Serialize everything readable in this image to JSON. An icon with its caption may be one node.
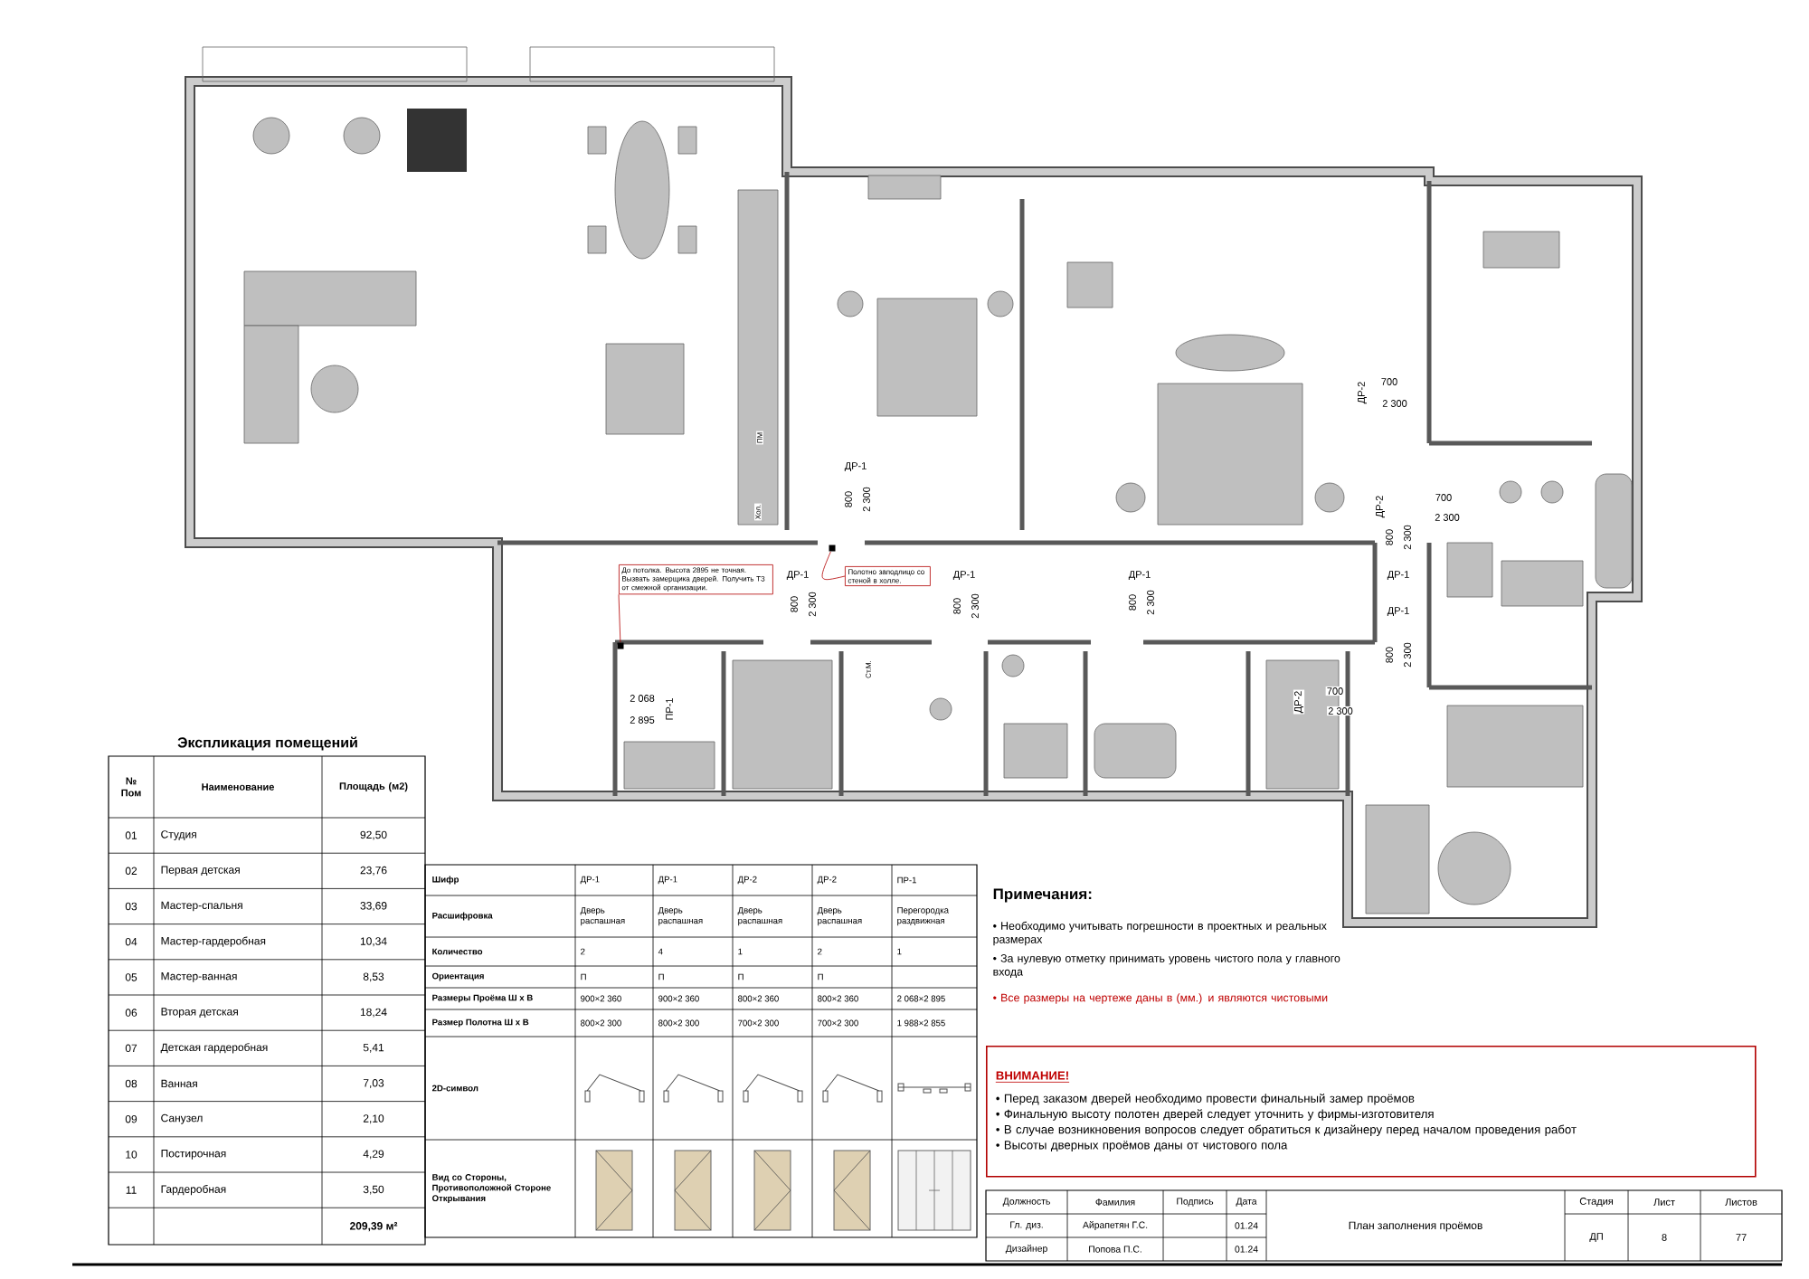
{
  "diagram": {
    "title": "План заполнения проёмов",
    "nodes": [
      {
        "text": [
          "До потолка. Высота 2895 не точная. Вызвать замерщика дверей. Получить ТЗ от смежной организации."
        ]
      },
      {
        "text": [],
        "shape": "box"
      },
      {
        "text": [
          "Полотно заподлицо со стеной в холле."
        ]
      },
      {
        "text": [],
        "shape": "box"
      },
      {
        "text": [
          "ВНИМАНИЕ!",
          "• Перед заказом дверей необходимо провести финальный замер проёмов",
          "• Финальную высоту полотен дверей следует уточнить у фирмы-изготовителя",
          "• В случае возникновения вопросов следует обратиться к дизайнеру перед началом проведения работ",
          "• Высоты дверных проёмов даны от чистового пола"
        ]
      }
    ],
    "edges": [
      {
        "from": 0,
        "to": 1,
        "arrow": "none"
      },
      {
        "from": 2,
        "to": 3,
        "arrow": "none"
      }
    ],
    "labels": [
      "ДР-1",
      "800",
      "2 300",
      "ДР-1",
      "800",
      "2 300",
      "ДР-1",
      "800",
      "2 300",
      "ДР-1",
      "800",
      "2 300",
      "ДР-2",
      "700",
      "2 300",
      "ДР-2",
      "700",
      "2 300",
      "800",
      "2 300",
      "ДР-1",
      "ДР-1",
      "800",
      "2 300",
      "ДР-2",
      "700",
      "2 300",
      "ПР-1",
      "2 068",
      "2 895",
      "ПМ",
      "Хол.",
      "Ст.М.",
      "Экспликация помещений",
      "№ Пом",
      "Наименование",
      "Площадь (м2)",
      "01",
      "Студия",
      "92,50",
      "02",
      "Первая детская",
      "23,76",
      "03",
      "Мастер-спальня",
      "33,69",
      "04",
      "Мастер-гардеробная",
      "10,34",
      "05",
      "Мастер-ванная",
      "8,53",
      "06",
      "Вторая детская",
      "18,24",
      "07",
      "Детская гардеробная",
      "5,41",
      "08",
      "Ванная",
      "7,03",
      "09",
      "Санузел",
      "2,10",
      "10",
      "Постирочная",
      "4,29",
      "11",
      "Гардеробная",
      "3,50",
      "209,39 м²",
      "Шифр",
      "ДР-1",
      "ДР-1",
      "ДР-2",
      "ДР-2",
      "ПР-1",
      "Расшифровка",
      "Дверь распашная",
      "Дверь распашная",
      "Дверь распашная",
      "Дверь распашная",
      "Перегородка раздвижная",
      "Количество",
      "2",
      "4",
      "1",
      "2",
      "1",
      "Ориентация",
      "П",
      "П",
      "П",
      "П",
      "Размеры Проёма Ш х В",
      "900×2 360",
      "900×2 360",
      "800×2 360",
      "800×2 360",
      "2 068×2 895",
      "Размер Полотна Ш х В",
      "800×2 300",
      "800×2 300",
      "700×2 300",
      "700×2 300",
      "1 988×2 855",
      "2D-символ",
      "Вид со Стороны, Противоположной Стороне Открывания",
      "Примечания:",
      "• Необходимо учитывать погрешности в проектных и реальных размерах",
      "• За нулевую отметку принимать уровень чистого пола у главного входа",
      "• Все размеры на чертеже даны в (мм.) и являются чистовыми",
      "Должность",
      "Фамилия",
      "Подпись",
      "Дата",
      "Гл. диз.",
      "Айрапетян Г.С.",
      "01.24",
      "Дизайнер",
      "Попова П.С.",
      "01.24",
      "Стадия",
      "Лист",
      "Листов",
      "ДП",
      "8",
      "77"
    ]
  }
}
